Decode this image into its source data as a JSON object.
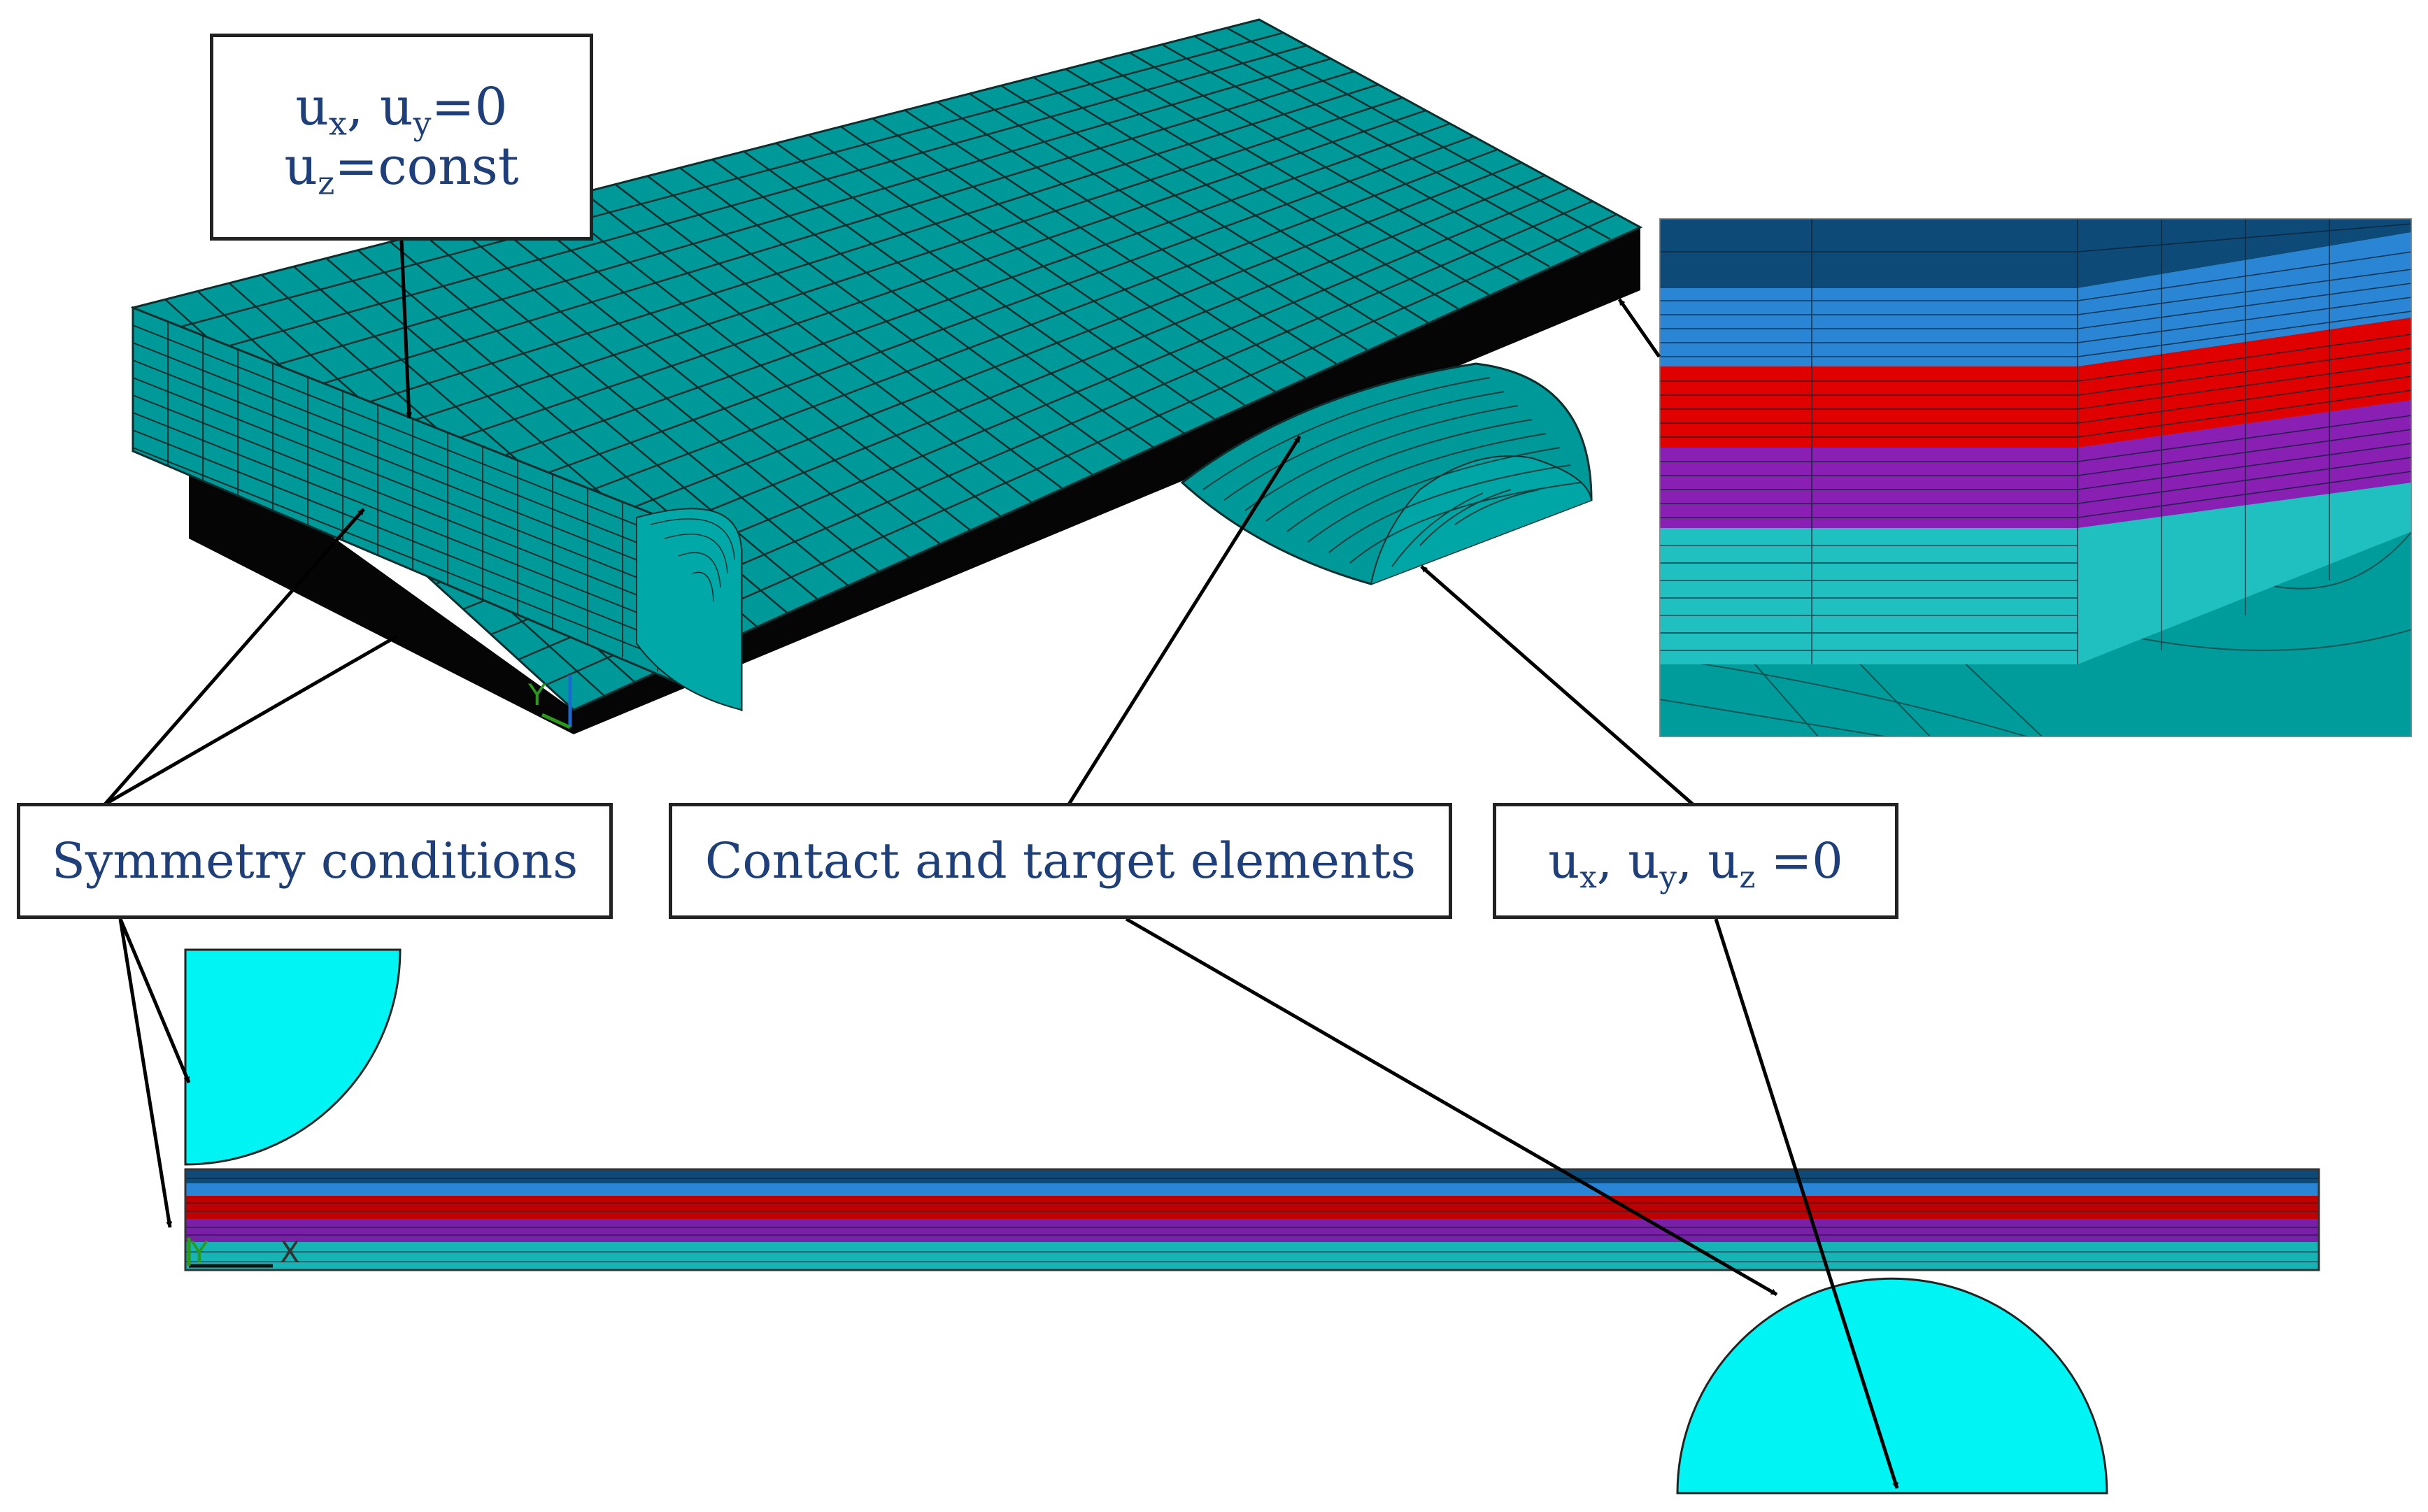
{
  "labels": {
    "top_bc": {
      "line1": {
        "a": "u",
        "a_sub": "x",
        "b": ", u",
        "b_sub": "y",
        "c": "=0"
      },
      "line2": {
        "a": "u",
        "a_sub": "z",
        "b": "=const"
      }
    },
    "symmetry": "Symmetry conditions",
    "contact": "Contact and target elements",
    "fixed": {
      "a": "u",
      "a_sub": "x",
      "b": ", u",
      "b_sub": "y",
      "c": ", u",
      "c_sub": "z",
      "d": " =0"
    }
  },
  "axis_letters": {
    "y": "Y",
    "x": "X"
  },
  "colors": {
    "mesh_teal": "#009999",
    "mesh_line": "#0b2f2f",
    "steel_black": "#050505",
    "layer_dark_blue": "#0d4a78",
    "layer_blue": "#2a86d4",
    "layer_red": "#e00000",
    "layer_purple": "#8a1fb4",
    "layer_cyan": "#20c0c0",
    "support_cyan": "#00f4f4",
    "label_text": "#1f3f7a"
  }
}
